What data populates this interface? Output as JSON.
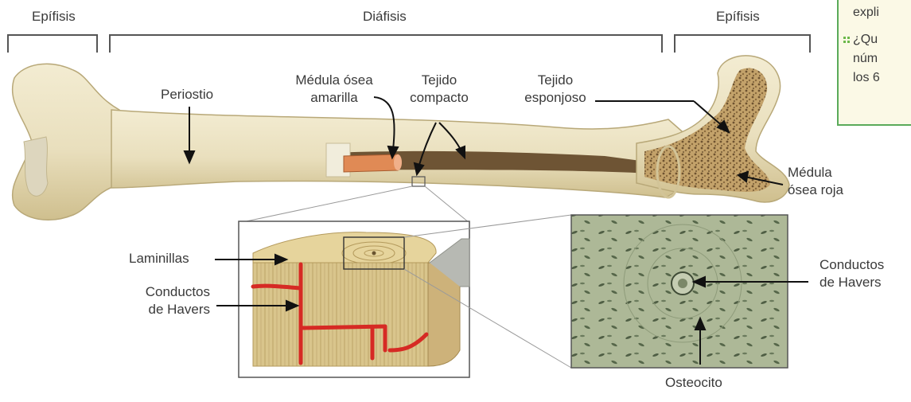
{
  "sections": {
    "epiphysis_left": "Epífisis",
    "diaphysis": "Diáfisis",
    "epiphysis_right": "Epífisis"
  },
  "labels": {
    "periostio": "Periostio",
    "medula_amarilla_1": "Médula ósea",
    "medula_amarilla_2": "amarilla",
    "tejido_compacto_1": "Tejido",
    "tejido_compacto_2": "compacto",
    "tejido_esponjoso_1": "Tejido",
    "tejido_esponjoso_2": "esponjoso",
    "medula_roja_1": "Médula",
    "medula_roja_2": "ósea roja",
    "laminillas": "Laminillas",
    "havers_left_1": "Conductos",
    "havers_left_2": "de Havers",
    "havers_right_1": "Conductos",
    "havers_right_2": "de Havers",
    "osteocito": "Osteocito"
  },
  "sidebox": {
    "line1": "expli",
    "line2": "¿Qu",
    "line3": "núm",
    "line4": "los 6"
  },
  "colors": {
    "bone": "#ece3c4",
    "bone_shadow": "#d4c69a",
    "spongy": "#b0905a",
    "marrow_yellow": "#e08a55",
    "vessel": "#d62a24",
    "micro_bg": "#a9b592",
    "box_border": "#5aaa5a"
  }
}
